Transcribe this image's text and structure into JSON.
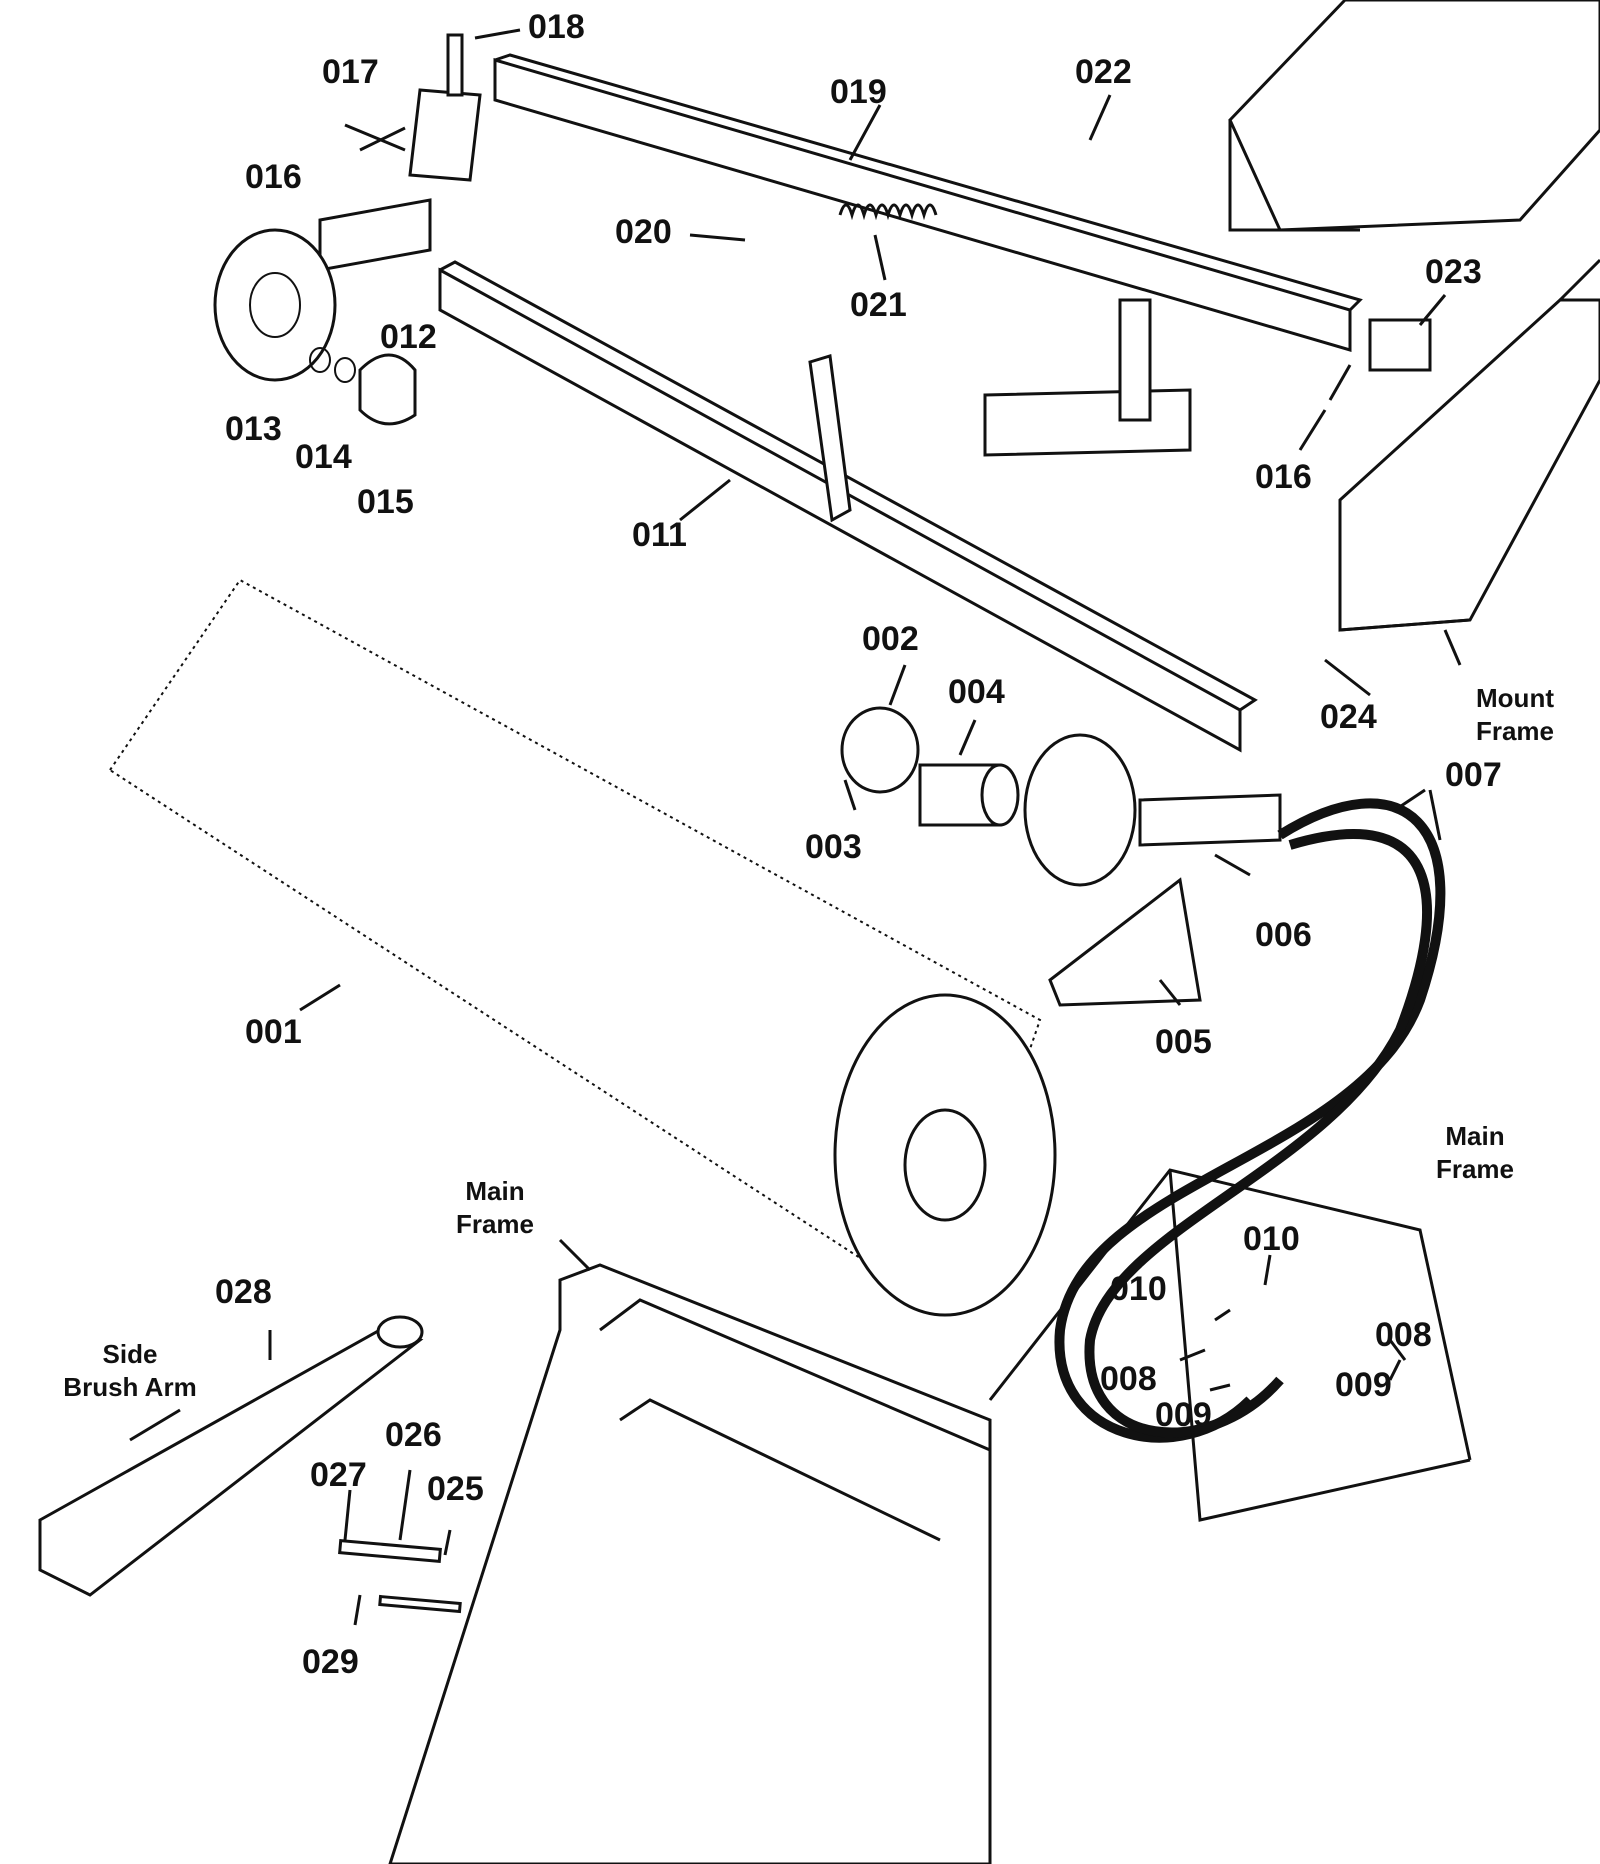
{
  "callouts": {
    "p001": "001",
    "p002": "002",
    "p003": "003",
    "p004": "004",
    "p005": "005",
    "p006": "006",
    "p007": "007",
    "p008a": "008",
    "p008b": "008",
    "p009a": "009",
    "p009b": "009",
    "p010a": "010",
    "p010b": "010",
    "p011": "011",
    "p012": "012",
    "p013": "013",
    "p014": "014",
    "p015": "015",
    "p016a": "016",
    "p016b": "016",
    "p017": "017",
    "p018": "018",
    "p019": "019",
    "p020": "020",
    "p021": "021",
    "p022": "022",
    "p023": "023",
    "p024": "024",
    "p025": "025",
    "p026": "026",
    "p027": "027",
    "p028": "028",
    "p029": "029"
  },
  "regions": {
    "mount_frame_l1": "Mount",
    "mount_frame_l2": "Frame",
    "main_frame_right_l1": "Main",
    "main_frame_right_l2": "Frame",
    "main_frame_center_l1": "Main",
    "main_frame_center_l2": "Frame",
    "side_arm_l1": "Side",
    "side_arm_l2": "Brush Arm"
  }
}
